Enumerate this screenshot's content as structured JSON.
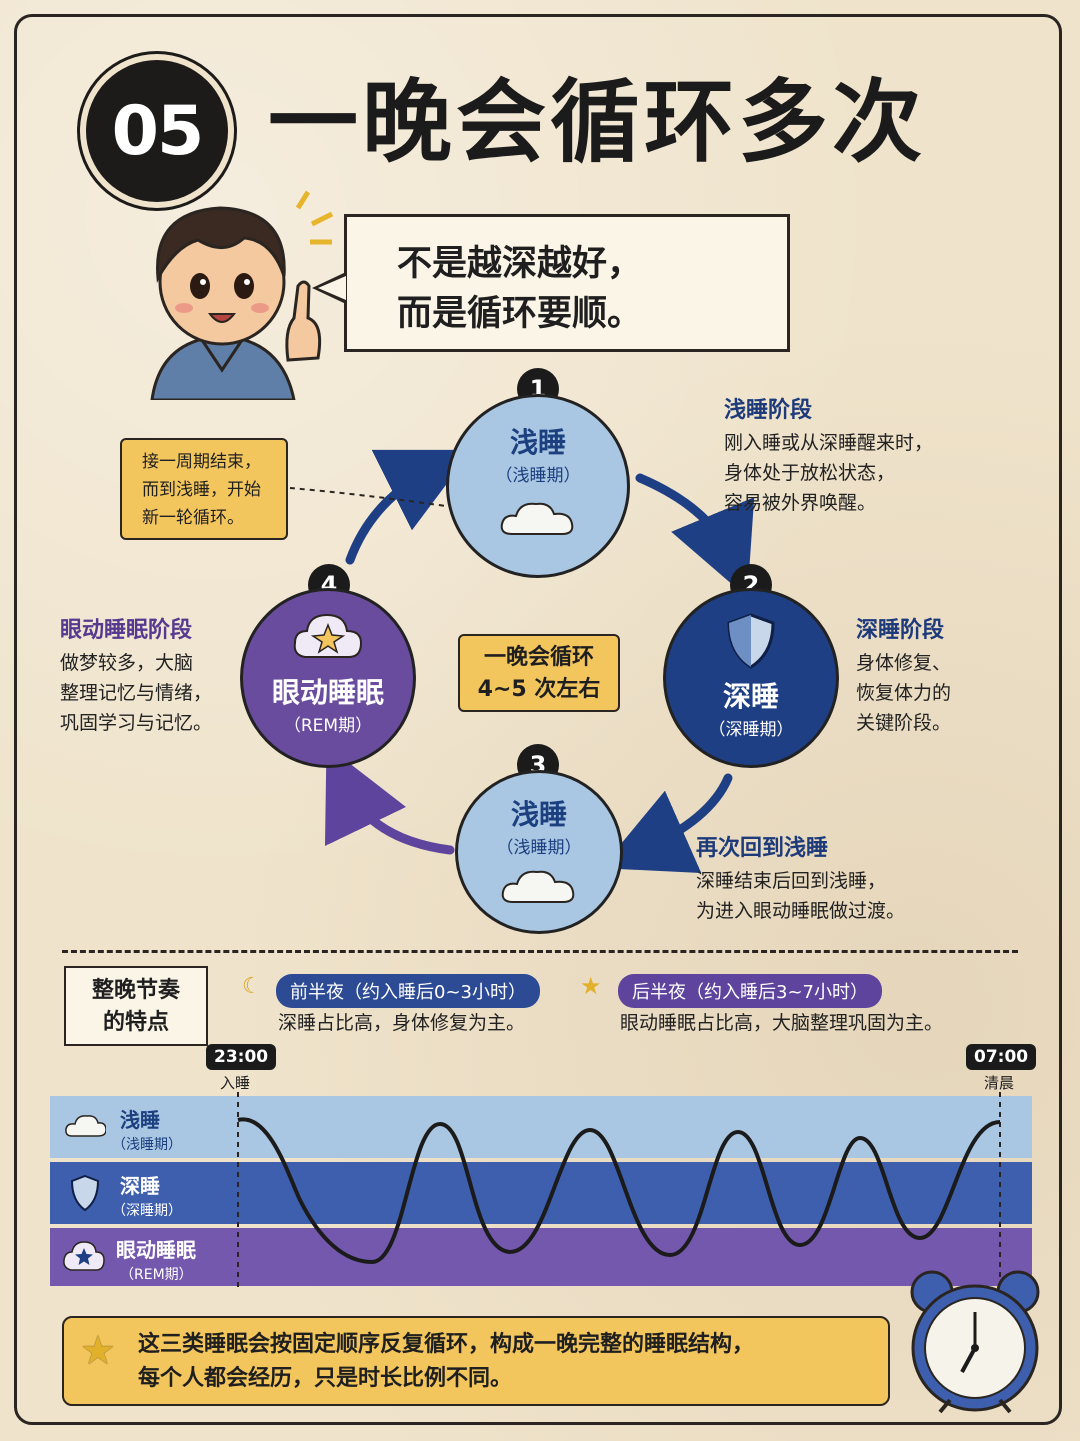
{
  "header": {
    "number": "05",
    "title": "一晚会循环多次"
  },
  "speech": {
    "line1": "不是越深越好，",
    "line2": "而是循环要顺。"
  },
  "cycle": {
    "stage1": {
      "number": "1",
      "name": "浅睡",
      "sub": "（浅睡期）"
    },
    "stage2": {
      "number": "2",
      "name": "深睡",
      "sub": "（深睡期）"
    },
    "stage3": {
      "number": "3",
      "name": "浅睡",
      "sub": "（浅睡期）"
    },
    "stage4": {
      "number": "4",
      "name": "眼动睡眠",
      "sub": "（REM期）"
    },
    "center": {
      "line1": "一晚会循环",
      "line2": "4~5 次左右"
    }
  },
  "annotations": {
    "light": {
      "title": "浅睡阶段",
      "lines": [
        "刚入睡或从深睡醒来时，",
        "身体处于放松状态，",
        "容易被外界唤醒。"
      ]
    },
    "deep": {
      "title": "深睡阶段",
      "lines": [
        "身体修复、",
        "恢复体力的",
        "关键阶段。"
      ]
    },
    "back": {
      "title": "再次回到浅睡",
      "lines": [
        "深睡结束后回到浅睡，",
        "为进入眼动睡眠做过渡。"
      ]
    },
    "rem": {
      "title": "眼动睡眠阶段",
      "lines": [
        "做梦较多，大脑",
        "整理记忆与情绪，",
        "巩固学习与记忆。"
      ]
    },
    "loop": {
      "lines": [
        "接一周期结束，",
        "而到浅睡，开始",
        "新一轮循环。"
      ]
    }
  },
  "rhythm": {
    "label_line1": "整晚节奏",
    "label_line2": "的特点",
    "first_half": {
      "pill": "前半夜（约入睡后0~3小时）",
      "desc": "深睡占比高，身体修复为主。"
    },
    "second_half": {
      "pill": "后半夜（约入睡后3~7小时）",
      "desc": "眼动睡眠占比高，大脑整理巩固为主。"
    },
    "start": {
      "time": "23:00",
      "label": "入睡"
    },
    "end": {
      "time": "07:00",
      "label": "清晨"
    },
    "bands": [
      {
        "name": "浅睡",
        "sub": "（浅睡期）",
        "color": "#a9c6e2"
      },
      {
        "name": "深睡",
        "sub": "（深睡期）",
        "color": "#3d5fae"
      },
      {
        "name": "眼动睡眠",
        "sub": "（REM期）",
        "color": "#7458ae"
      }
    ]
  },
  "footer": {
    "line1": "这三类睡眠会按固定顺序反复循环，构成一晚完整的睡眠结构，",
    "line2": "每个人都会经历，只是时长比例不同。"
  },
  "colors": {
    "light": "#a9c6e2",
    "deep": "#1f3f85",
    "rem": "#6a4c9e",
    "note": "#f2c55d",
    "paper": "#efe3cb"
  }
}
